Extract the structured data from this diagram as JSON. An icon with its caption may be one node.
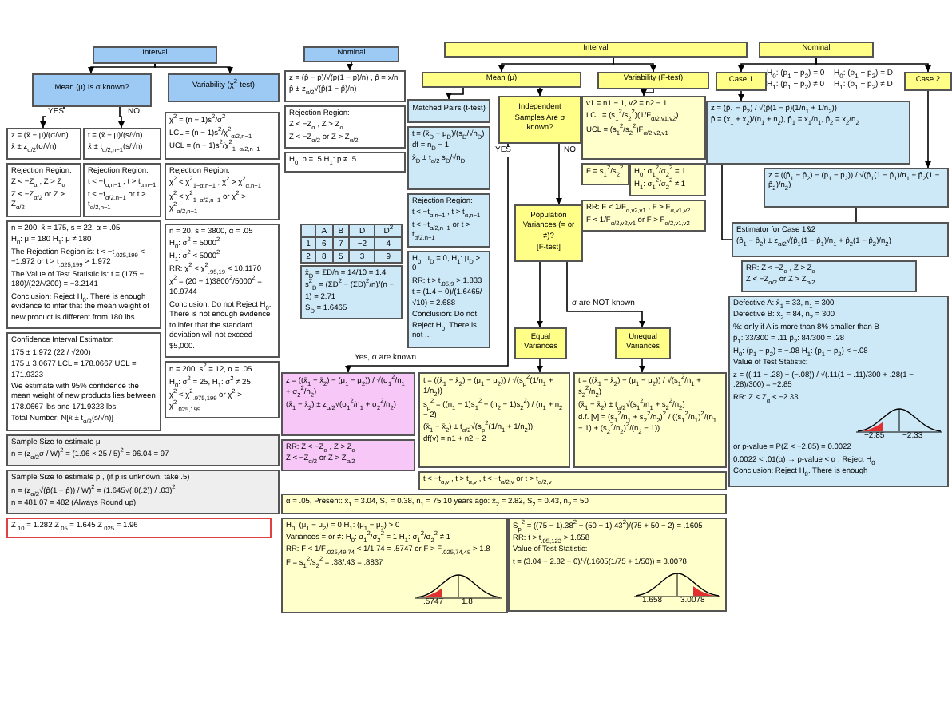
{
  "diagram": {
    "nodes": [
      {
        "text": [
          "Interval"
        ]
      },
      {
        "text": [
          "Mean (μ) Is σ known?"
        ]
      },
      {
        "text": [
          "Variability (χ$^{2}$-test)"
        ]
      },
      {
        "text": [
          "z = (x̄ − μ)/(σ/√n)",
          "x̄ ± z$_{α/2}$(σ/√n)"
        ]
      },
      {
        "text": [
          "t = (x̄ − μ)/(s/√n)",
          "x̄ ± t$_{α/2,n−1}$(s/√n)"
        ]
      },
      {
        "text": [
          "Rejection Region:",
          "Z < −Z$_{α}$ , Z > Z$_{α}$",
          "Z < −Z$_{α/2}$ or Z > Z$_{α/2}$"
        ]
      },
      {
        "text": [
          "Rejection Region:",
          "t < −t$_{α,n−1}$ , t > t$_{α,n−1}$",
          "t < −t$_{α/2,n−1}$ or t > t$_{α/2,n−1}$"
        ]
      },
      {
        "text": [
          "n = 200, x̄ = 175, s = 22, α = .05",
          "H$_{0}$: μ = 180  H$_{1}$: μ ≠ 180",
          "The Rejection Region is: t < −t$_{.025,199}$ < −1.972 or t > t$_{.025,199}$ > 1.972",
          "The Value of Test Statistic is: t = (175 − 180)/(22/√200) = −3.2141",
          "Conclusion: Reject H$_{0}$. There is enough evidence to infer that the mean weight of new product is different from 180 lbs."
        ]
      },
      {
        "text": [
          "Confidence Interval Estimator:",
          "175 ± 1.972 (22 / √200)",
          "175 ± 3.0677 LCL = 178.0667 UCL = 171.9323",
          "We estimate with 95% confidence the mean weight of new products lies between 178.0667 lbs and 171.9323 lbs.",
          "Total Number: N[x̄ ± t$_{α/2}$(s/√n)]"
        ]
      },
      {
        "text": [
          "χ$^{2}$ = (n − 1)s$^{2}$/σ$^{2}$",
          "LCL = (n − 1)s$^{2}$/χ$^{2}$$_{α/2,n−1}$",
          "UCL = (n − 1)s$^{2}$/χ$^{2}$$_{1−α/2,n−1}$"
        ]
      },
      {
        "text": [
          "Rejection Region:",
          "χ$^{2}$ < χ$^{2}$$_{1−α,n−1}$ , χ$^{2}$ > χ$^{2}$$_{α,n−1}$",
          "χ$^{2}$ < χ$^{2}$$_{1−α/2,n−1}$ or χ$^{2}$ > χ$^{2}$$_{α/2,n−1}$"
        ]
      },
      {
        "text": [
          "n = 20, s = 3800, α = .05",
          "H$_{0}$: σ$^{2}$ = 5000$^{2}$",
          "H$_{1}$: σ$^{2}$ < 5000$^{2}$",
          "RR: χ$^{2}$ < χ$^{2}$$_{.95,19}$ < 10.1170",
          "χ$^{2}$ = (20 − 1)3800$^{2}$/5000$^{2}$ = 10.9744",
          "Conclusion: Do not Reject H$_{0}$. There is not enough evidence to infer that the standard deviation will not exceed $5,000."
        ]
      },
      {
        "text": [
          "n = 200, s$^{2}$ = 12, α = .05",
          "H$_{0}$: σ$^{2}$ = 25, H$_{1}$: σ$^{2}$ ≠ 25",
          "χ$^{2}$ < χ$^{2}$$_{.975,199}$ or χ$^{2}$ > χ$^{2}$$_{.025,199}$"
        ]
      },
      {
        "text": [
          "Sample Size to estimate μ",
          "n = (z$_{α/2}$σ / W)$^{2}$ = (1.96 × 25 / 5)$^{2}$ = 96.04 = 97"
        ]
      },
      {
        "text": [
          "Sample Size to estimate p , (if p is unknown, take .5)",
          "n = (z$_{α/2}$√(p̂(1 − p̂)) / W)$^{2}$ = (1.645√(.8(.2)) / .03)$^{2}$",
          "n = 481.07 = 482 (Always Round up)"
        ]
      },
      {
        "text": [
          "Z$_{.10}$ = 1.282   Z$_{.05}$ = 1.645   Z$_{.025}$ = 1.96"
        ]
      },
      {
        "text": [
          "Nominal"
        ]
      },
      {
        "text": [
          "z = (p̂ − p)/√(p(1 − p)/n) , p̂ = x/n",
          "p̂ ± z$_{α/2}$√(p̂(1 − p̂)/n)"
        ]
      },
      {
        "text": [
          "Rejection Region:",
          "Z < −Z$_{α}$ , Z > Z$_{α}$",
          "Z < −Z$_{α/2}$ or Z > Z$_{α/2}$"
        ]
      },
      {
        "text": [
          "H$_{0}$: p = .5   H$_{1}$: p ≠ .5"
        ]
      },
      {
        "text": [
          "Interval"
        ]
      },
      {
        "text": [
          "Mean (μ)"
        ]
      },
      {
        "text": [
          "Variability (F-test)"
        ]
      },
      {
        "text": [
          "Matched Pairs (t-test)"
        ]
      },
      {
        "text": [
          "t = (x̄$_{D}$ − μ$_{D}$)/(s$_{D}$/√n$_{D}$)",
          "df = n$_{D}$ − 1",
          "x̄$_{D}$ ± t$_{α/2}$ s$_{D}$/√n$_{D}$"
        ]
      },
      {
        "text": [
          "x̄$_{D}$ = ΣD/n = 14/10 = 1.4",
          "s$^{2}$$_{D}$ = (ΣD$^{2}$ − (ΣD)$^{2}$/n)/(n − 1) = 2.71",
          "S$_{D}$ = 1.6465"
        ]
      },
      {
        "text": [
          "Rejection Region:",
          "t < −t$_{α,n−1}$ , t > t$_{α,n−1}$",
          "t < −t$_{α/2,n−1}$ or t > t$_{α/2,n−1}$"
        ]
      },
      {
        "text": [
          "H$_{0}$: μ$_{D}$ = 0, H$_{1}$: μ$_{D}$ > 0",
          "RR: t > t$_{.05,9}$ > 1.833",
          "t = (1.4 − 0)/(1.6465/√10) = 2.688",
          "Conclusion: Do not Reject H$_{0}$. There is not ..."
        ]
      },
      {
        "text": [
          "Independent Samples Are σ known?"
        ]
      },
      {
        "text": [
          "Population Variances (= or ≠)?",
          "[F-test]"
        ]
      },
      {
        "text": [
          "Equal Variances"
        ]
      },
      {
        "text": [
          "Unequal Variances"
        ]
      },
      {
        "text": [
          "z = ((x̄$_{1}$ − x̄$_{2}$) − (μ$_{1}$ − μ$_{2}$)) / √(σ$_{1}$$^{2}$/n$_{1}$ + σ$_{2}$$^{2}$/n$_{2}$)",
          "(x̄$_{1}$ − x̄$_{2}$) ± z$_{α/2}$√(σ$_{1}$$^{2}$/n$_{1}$ + σ$_{2}$$^{2}$/n$_{2}$)"
        ]
      },
      {
        "text": [
          "RR: Z < −Z$_{α}$ , Z > Z$_{α}$",
          "Z < −Z$_{α/2}$ or Z > Z$_{α/2}$"
        ]
      },
      {
        "text": [
          "t = ((x̄$_{1}$ − x̄$_{2}$) − (μ$_{1}$ − μ$_{2}$)) / √(s$_{p}$$^{2}$(1/n$_{1}$ + 1/n$_{2}$))",
          "s$_{p}$$^{2}$ = ((n$_{1}$ − 1)s$_{1}$$^{2}$ + (n$_{2}$ − 1)s$_{2}$$^{2}$) / (n$_{1}$ + n$_{2}$ − 2)",
          "(x̄$_{1}$ − x̄$_{2}$) ± t$_{α/2}$√(s$_{p}$$^{2}$(1/n$_{1}$ + 1/n$_{2}$))",
          "df(v) = n1 + n2 − 2"
        ]
      },
      {
        "text": [
          "t = ((x̄$_{1}$ − x̄$_{2}$) − (μ$_{1}$ − μ$_{2}$)) / √(s$_{1}$$^{2}$/n$_{1}$ + s$_{2}$$^{2}$/n$_{2}$)",
          "(x̄$_{1}$ − x̄$_{2}$) ± t$_{α/2}$√(s$_{1}$$^{2}$/n$_{1}$ + s$_{2}$$^{2}$/n$_{2}$)",
          "d.f. [v] = (s$_{1}$$^{2}$/n$_{1}$ + s$_{2}$$^{2}$/n$_{2}$)$^{2}$ / ((s$_{1}$$^{2}$/n$_{1}$)$^{2}$/(n$_{1}$ − 1) + (s$_{2}$$^{2}$/n$_{2}$)$^{2}$/(n$_{2}$ − 1))"
        ]
      },
      {
        "text": [
          "t < −t$_{α,v}$ , t > t$_{α,v}$ , t < −t$_{α/2,v}$ or t > t$_{α/2,v}$"
        ]
      },
      {
        "text": [
          "α = .05, Present: x̄$_{1}$ = 3.04, S$_{1}$ = 0.38, n$_{1}$ = 75   10 years ago: x̄$_{2}$ = 2.82, S$_{2}$ = 0.43, n$_{2}$ = 50"
        ]
      },
      {
        "text": [
          "H$_{0}$: (μ$_{1}$ − μ$_{2}$) = 0   H$_{1}$: (μ$_{1}$ − μ$_{2}$) > 0",
          "Variances = or ≠: H$_{0}$: σ$_{1}$$^{2}$/σ$_{2}$$^{2}$ = 1  H$_{1}$: σ$_{1}$$^{2}$/σ$_{2}$$^{2}$ ≠ 1",
          "RR: F < 1/F$_{.025,49,74}$ < 1/1.74 = .5747 or F > F$_{.025,74,49}$ > 1.8",
          "F = s$_{1}$$^{2}$/s$_{2}$$^{2}$ = .38/.43 = .8837"
        ]
      },
      {
        "text": [
          "S$_{p}$$^{2}$ = ((75 − 1).38$^{2}$ + (50 − 1).43$^{2}$)/(75 + 50 − 2) = .1605",
          "RR: t > t$_{.05,123}$ > 1.658",
          "Value of Test Statistic:",
          "t = (3.04 − 2.82 − 0)/√(.1605(1/75 + 1/50)) = 3.0078"
        ]
      },
      {
        "text": [
          "v1 = n1 − 1, v2 = n2 − 1",
          "LCL = (s$_{1}$$^{2}$/s$_{2}$$^{2}$)(1/F$_{α/2,v1,v2}$)",
          "UCL = (s$_{1}$$^{2}$/s$_{2}$$^{2}$)F$_{α/2,v2,v1}$"
        ]
      },
      {
        "text": [
          "F = s$_{1}$$^{2}$/s$_{2}$$^{2}$"
        ]
      },
      {
        "text": [
          "H$_{0}$: σ$_{1}$$^{2}$/σ$_{2}$$^{2}$ = 1",
          "H$_{1}$: σ$_{1}$$^{2}$/σ$_{2}$$^{2}$ ≠ 1"
        ]
      },
      {
        "text": [
          "RR: F < 1/F$_{α,v2,v1}$ , F > F$_{α,v1,v2}$",
          "F < 1/F$_{α/2,v2,v1}$ or F > F$_{α/2,v1,v2}$"
        ]
      },
      {
        "text": [
          "Nominal"
        ]
      },
      {
        "text": [
          "Case 1"
        ]
      },
      {
        "text": [
          "Case 2"
        ]
      },
      {
        "text": [
          "z = (p̂$_{1}$ − p̂$_{2}$) / √(p̂(1 − p̂)(1/n$_{1}$ + 1/n$_{2}$))",
          "p̂ = (x$_{1}$ + x$_{2}$)/(n$_{1}$ + n$_{2}$), p̂$_{1}$ = x$_{1}$/n$_{1}$, p̂$_{2}$ = x$_{2}$/n$_{2}$"
        ]
      },
      {
        "text": [
          "z = ((p̂$_{1}$ − p̂$_{2}$) − (p$_{1}$ − p$_{2}$)) / √(p̂$_{1}$(1 − p̂$_{1}$)/n$_{1}$ + p̂$_{2}$(1 − p̂$_{2}$)/n$_{2}$)"
        ]
      },
      {
        "text": [
          "Estimator for Case 1&2",
          "(p̂$_{1}$ − p̂$_{2}$) ± z$_{α/2}$√(p̂$_{1}$(1 − p̂$_{1}$)/n$_{1}$ + p̂$_{2}$(1 − p̂$_{2}$)/n$_{2}$)"
        ]
      },
      {
        "text": [
          "RR: Z < −Z$_{α}$ , Z > Z$_{α}$",
          "Z < −Z$_{α/2}$ or Z > Z$_{α/2}$"
        ]
      },
      {
        "text": [
          "Defective A: x̄$_{1}$ = 33, n$_{1}$ = 300",
          "Defective B: x̄$_{2}$ = 84, n$_{2}$ = 300",
          "%: only if A is more than 8% smaller than B",
          "p̂$_{1}$: 33/300 = .11   p̂$_{2}$: 84/300 = .28",
          "H$_{0}$: (p$_{1}$ − p$_{2}$) = −.08   H$_{1}$: (p$_{1}$ − p$_{2}$) < −.08",
          "Value of Test Statistic:",
          "z = ((.11 − .28) − (−.08)) / √(.11(1 − .11)/300 + .28(1 − .28)/300) = −2.85",
          "RR: Z < Z$_{α}$ < −2.33",
          "or p-value = P(Z < −2.85) = 0.0022",
          "0.0022 < .01(α) → p-value < α , Reject H$_{0}$",
          "Conclusion: Reject H$_{0}$. There is enough"
        ]
      }
    ],
    "edges": [
      {
        "from": 0,
        "to": 1,
        "arrow": "to"
      },
      {
        "from": 0,
        "to": 2,
        "arrow": "to"
      },
      {
        "from": 1,
        "to": 3,
        "arrow": "to",
        "label": "YES"
      },
      {
        "from": 1,
        "to": 4,
        "arrow": "to",
        "label": "NO"
      },
      {
        "from": 16,
        "to": 17,
        "arrow": "to"
      },
      {
        "from": 20,
        "to": 21,
        "arrow": "to"
      },
      {
        "from": 20,
        "to": 22,
        "arrow": "to"
      },
      {
        "from": 21,
        "to": 23,
        "arrow": "to"
      },
      {
        "from": 21,
        "to": 28,
        "arrow": "to"
      },
      {
        "from": 28,
        "to": 32,
        "arrow": "to",
        "label": "YES"
      },
      {
        "from": 28,
        "to": 29,
        "arrow": "to",
        "label": "NO"
      },
      {
        "from": 29,
        "to": 30,
        "arrow": "to"
      },
      {
        "from": 29,
        "to": 31,
        "arrow": "to"
      },
      {
        "from": 30,
        "to": 34,
        "arrow": "to"
      },
      {
        "from": 31,
        "to": 35,
        "arrow": "to"
      },
      {
        "from": 22,
        "to": 40,
        "arrow": "to"
      },
      {
        "from": 44,
        "to": 45,
        "arrow": "to"
      },
      {
        "from": 44,
        "to": 46,
        "arrow": "to"
      },
      {
        "from": 45,
        "to": 47,
        "arrow": "to"
      },
      {
        "from": 46,
        "to": 48,
        "arrow": "to"
      },
      {
        "from": 47,
        "to": 49,
        "arrow": "none"
      },
      {
        "from": 48,
        "to": 49,
        "arrow": "none"
      }
    ],
    "labels": [
      "H$_{0}$: (p$_{1}$ − p$_{2}$) = 0",
      "H$_{1}$: (p$_{1}$ − p$_{2}$) ≠ 0",
      "H$_{0}$: (p$_{1}$ − p$_{2}$) = D",
      "H$_{1}$: (p$_{1}$ − p$_{2}$) ≠ D",
      "A",
      "B",
      "D",
      "D$^{2}$",
      "1",
      "6",
      "7",
      "−2",
      "4",
      "2",
      "8",
      "5",
      "3",
      "9",
      "Yes, σ are known",
      "σ are NOT known",
      ".5747",
      "1.8",
      "1.658",
      "3.0078",
      "−2.85",
      "−2.33"
    ]
  }
}
